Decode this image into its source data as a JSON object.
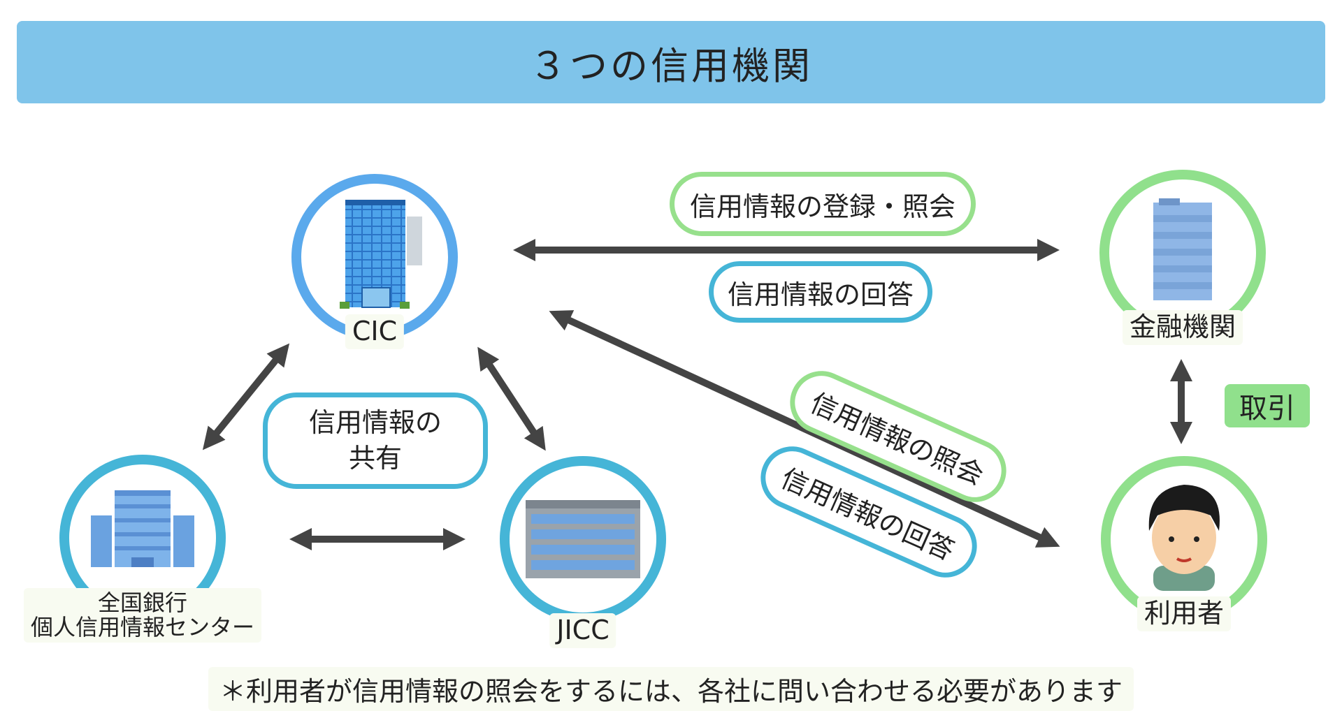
{
  "title": "３つの信用機関",
  "nodes": {
    "cic": "CIC",
    "jicc": "JICC",
    "zenginkyo_line1": "全国銀行",
    "zenginkyo_line2": "個人信用情報センター",
    "financial": "金融機関",
    "user": "利用者"
  },
  "pills": {
    "register_inquiry": "信用情報の登録・照会",
    "answer_top": "信用情報の回答",
    "share_line1": "信用情報の",
    "share_line2": "共有",
    "inquiry": "信用情報の照会",
    "answer_diag": "信用情報の回答"
  },
  "tags": {
    "transaction": "取引"
  },
  "footnote": "＊利用者が信用情報の照会をするには、各社に問い合わせる必要があります",
  "colors": {
    "title_bg": "#7fc4ea",
    "credit_ring": "#45b5d7",
    "cic_ring": "#5aa9ec",
    "green_ring": "#90e08c",
    "arrow": "#444444"
  }
}
